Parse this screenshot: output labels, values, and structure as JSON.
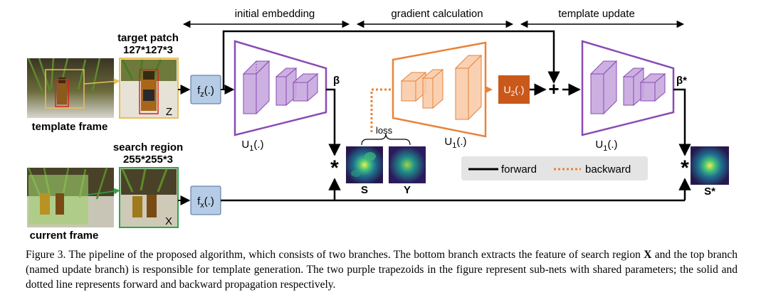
{
  "sections": {
    "initial_embedding": "initial embedding",
    "gradient_calculation": "gradient calculation",
    "template_update": "template update"
  },
  "template_branch": {
    "frame_label": "template frame",
    "patch_title": "target patch",
    "patch_size": "127*127*3",
    "patch_letter": "Z",
    "feature_fn": "f",
    "feature_fn_sub": "z",
    "feature_fn_suffix": "(.)"
  },
  "search_branch": {
    "frame_label": "current frame",
    "patch_title": "search region",
    "patch_size": "255*255*3",
    "patch_letter": "X",
    "feature_fn": "f",
    "feature_fn_sub": "x",
    "feature_fn_suffix": "(.)"
  },
  "subnets": {
    "u1_left": {
      "base": "U",
      "sub": "1",
      "suffix": "(.)",
      "output": "β"
    },
    "u1_grad": {
      "base": "U",
      "sub": "1",
      "suffix": "(.)"
    },
    "u2": {
      "base": "U",
      "sub": "2",
      "suffix": "(.)"
    },
    "u1_right": {
      "base": "U",
      "sub": "1",
      "suffix": "(.)",
      "output": "β*"
    }
  },
  "ops": {
    "correlation": "*",
    "plus": "+"
  },
  "maps": {
    "s_label": "S",
    "y_label": "Y",
    "loss_label": "loss",
    "s_star_label": "S*"
  },
  "legend": {
    "forward": "forward",
    "backward": "backward"
  },
  "colors": {
    "purple": "#8a4bb5",
    "purple_fill": "#c7a7de",
    "orange": "#e8833a",
    "orange_fill": "#f8c9a4",
    "u2_box": "#c9581a",
    "feature_box": "#b6cce6",
    "green_patch": "#2fa54a",
    "yellow_patch": "#e6c15a",
    "legend_bg": "#e4e4e4"
  },
  "caption": {
    "prefix": "Figure 3. The pipeline of the proposed algorithm, which consists of two branches. The bottom branch extracts the feature of search region ",
    "bold": "X",
    "suffix": " and the top branch (named update branch) is responsible for template generation.  The two purple trapezoids in the figure represent sub-nets with shared parameters; the solid and dotted line represents forward and backward propagation respectively."
  }
}
